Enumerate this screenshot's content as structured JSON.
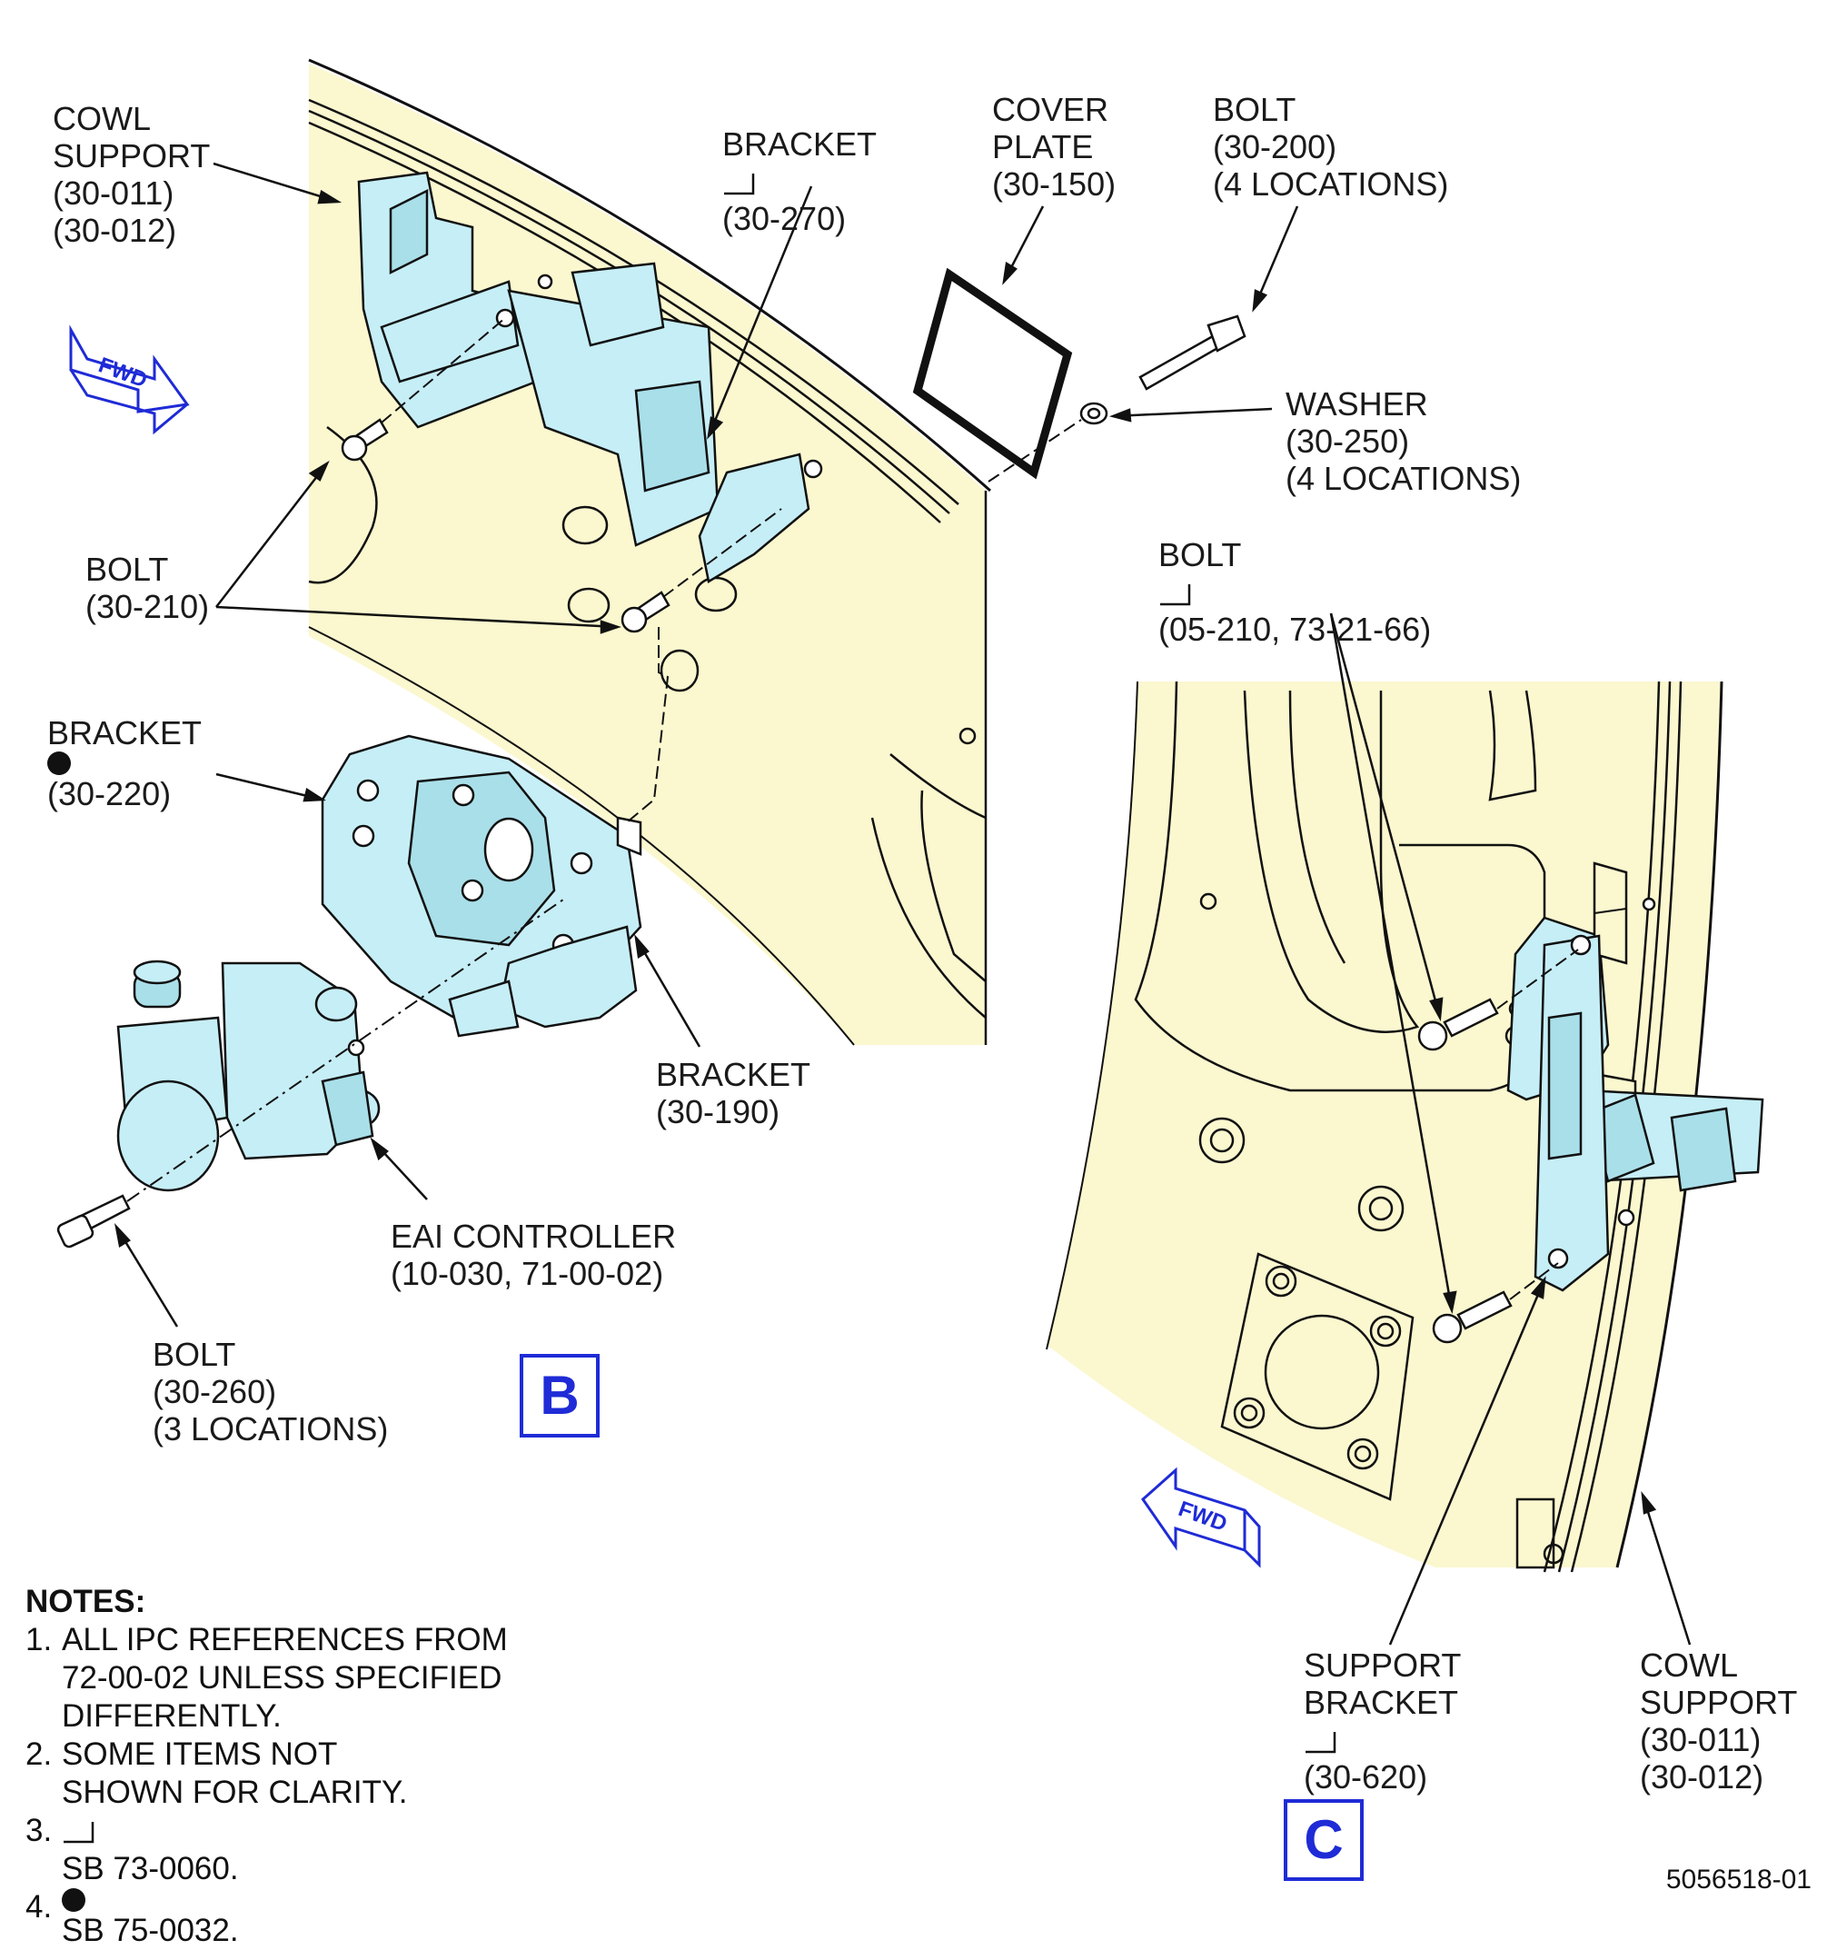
{
  "labels": {
    "cowl_support_top": {
      "l1": "COWL",
      "l2": "SUPPORT",
      "l3": "(30-011)",
      "l4": "(30-012)"
    },
    "bracket_270": {
      "l1": "BRACKET",
      "l2": "(30-270)"
    },
    "cover_plate": {
      "l1": "COVER",
      "l2": "PLATE",
      "l3": "(30-150)"
    },
    "bolt_200": {
      "l1": "BOLT",
      "l2": "(30-200)",
      "l3": "(4 LOCATIONS)"
    },
    "washer_250": {
      "l1": "WASHER",
      "l2": "(30-250)",
      "l3": "(4 LOCATIONS)"
    },
    "bolt_210": {
      "l1": "BOLT",
      "l2": "(30-210)"
    },
    "bolt_05_210": {
      "l1": "BOLT",
      "l2": "(05-210, 73-21-66)"
    },
    "bracket_220": {
      "l1": "BRACKET",
      "l2": "(30-220)"
    },
    "bracket_190": {
      "l1": "BRACKET",
      "l2": "(30-190)"
    },
    "eai_controller": {
      "l1": "EAI CONTROLLER",
      "l2": "(10-030, 71-00-02)"
    },
    "bolt_260": {
      "l1": "BOLT",
      "l2": "(30-260)",
      "l3": "(3 LOCATIONS)"
    },
    "support_bracket": {
      "l1": "SUPPORT",
      "l2": "BRACKET",
      "l3": "(30-620)"
    },
    "cowl_support_bottom": {
      "l1": "COWL",
      "l2": "SUPPORT",
      "l3": "(30-011)",
      "l4": "(30-012)"
    }
  },
  "views": {
    "b": "B",
    "c": "C"
  },
  "fwd": {
    "text": "FWD"
  },
  "notes": {
    "title": "NOTES:",
    "items": [
      {
        "num": "1.",
        "lines": [
          "ALL IPC REFERENCES FROM",
          "72-00-02 UNLESS SPECIFIED",
          "DIFFERENTLY."
        ]
      },
      {
        "num": "2.",
        "lines": [
          "SOME ITEMS NOT",
          "SHOWN FOR CLARITY."
        ]
      },
      {
        "num": "3.",
        "lines": [
          "SB 73-0060."
        ]
      },
      {
        "num": "4.",
        "lines": [
          "SB 75-0032."
        ]
      }
    ]
  },
  "figure_number": "5056518-01",
  "colors": {
    "panel_fill": "#fbf7cf",
    "part_fill": "#c6eef6",
    "accent": "#1f2bd6",
    "line": "#111111"
  }
}
